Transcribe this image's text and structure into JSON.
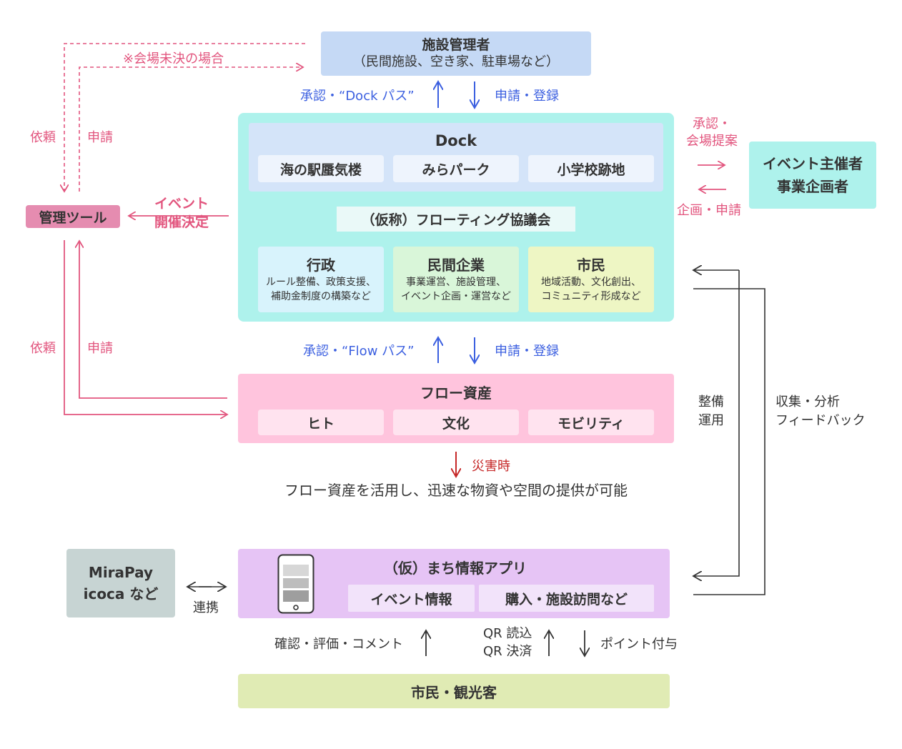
{
  "facility_manager": {
    "title": "施設管理者",
    "subtitle": "（民間施設、空き家、駐車場など）"
  },
  "dock_top_arrows": {
    "up_label": "承認・“Dock パス”",
    "down_label": "申請・登録"
  },
  "dock": {
    "title": "Dock",
    "locations": [
      "海の駅蜃気楼",
      "みらパーク",
      "小学校跡地"
    ]
  },
  "council": {
    "title": "（仮称）フローティング協議会",
    "members": [
      {
        "title": "行政",
        "desc1": "ルール整備、政策支援、",
        "desc2": "補助金制度の構築など"
      },
      {
        "title": "民間企業",
        "desc1": "事業運営、施設管理、",
        "desc2": "イベント企画・運営など"
      },
      {
        "title": "市民",
        "desc1": "地域活動、文化創出、",
        "desc2": "コミュニティ形成など"
      }
    ]
  },
  "event_organizer": {
    "line1": "イベント主催者",
    "line2": "事業企画者",
    "to_label_1": "承認・",
    "to_label_2": "会場提案",
    "from_label": "企画・申請"
  },
  "management_tool": {
    "title": "管理ツール",
    "event_label_1": "イベント",
    "event_label_2": "開催決定"
  },
  "left_links": {
    "request": "依頼",
    "apply": "申請",
    "undecided_note": "※会場未決の場合"
  },
  "flow_arrows": {
    "up_label": "承認・“Flow パス”",
    "down_label": "申請・登録"
  },
  "flow_assets": {
    "title": "フロー資産",
    "items": [
      "ヒト",
      "文化",
      "モビリティ"
    ]
  },
  "disaster": {
    "label": "災害時",
    "text": "フロー資産を活用し、迅速な物資や空間の提供が可能"
  },
  "right_links": {
    "maintain_1": "整備",
    "maintain_2": "運用",
    "collect_1": "収集・分析",
    "collect_2": "フィードバック"
  },
  "payment": {
    "line1": "MiraPay",
    "line2": "icoca など",
    "link_label": "連携"
  },
  "app": {
    "title": "（仮）まち情報アプリ",
    "items": [
      "イベント情報",
      "購入・施設訪問など"
    ]
  },
  "bottom_arrows": {
    "confirm": "確認・評価・コメント",
    "qr1": "QR 読込",
    "qr2": "QR 決済",
    "points": "ポイント付与"
  },
  "citizens": {
    "title": "市民・観光客"
  },
  "colors": {
    "facility": "#c5d9f5",
    "dock_outer": "#aef2ec",
    "dock_inner": "#d4e4f9",
    "loc": "#eef4fd",
    "gov": "#d8f3fc",
    "biz": "#d9f6d9",
    "citizen": "#eef6c4",
    "event_org": "#aef2ec",
    "tool": "#e58cb0",
    "flow": "#ffc4dd",
    "flow_item": "#ffe3ef",
    "app": "#e6c4f5",
    "app_item": "#f2e3fa",
    "payment": "#c7d4d3",
    "citizens": "#e0ebb4",
    "pink": "#e2557e",
    "blue": "#3b5fe0",
    "red": "#c62828"
  }
}
